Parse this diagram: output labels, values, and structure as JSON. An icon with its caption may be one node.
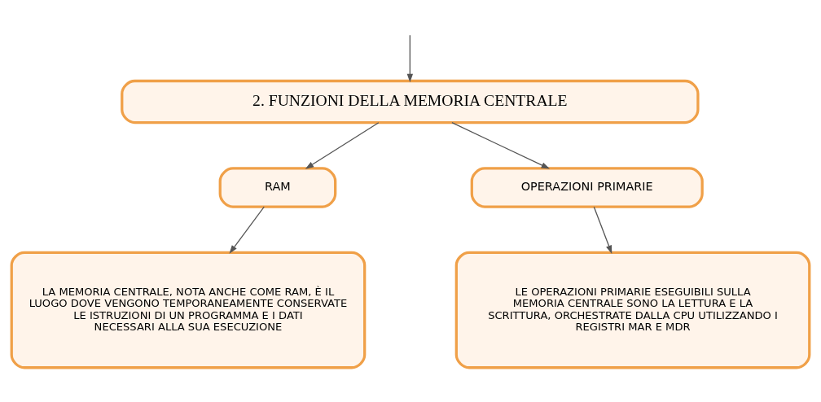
{
  "diagram": {
    "nodes": [
      {
        "text": [
          "2. FUNZIONI DELLA MEMORIA CENTRALE"
        ]
      },
      {
        "text": [
          "RAM"
        ]
      },
      {
        "text": [
          "OPERAZIONI PRIMARIE"
        ]
      },
      {
        "text": [
          "LA MEMORIA CENTRALE, NOTA ANCHE COME RAM, È IL LUOGO DOVE VENGONO TEMPORANEAMENTE CONSERVATE LE ISTRUZIONI DI UN PROGRAMMA E I DATI NECESSARI ALLA SUA ESECUZIONE"
        ]
      },
      {
        "text": [
          "LE OPERAZIONI PRIMARIE ESEGUIBILI SULLA MEMORIA CENTRALE SONO LA LETTURA E LA SCRITTURA, ORCHESTRATE DALLA CPU UTILIZZANDO I REGISTRI MAR E MDR"
        ]
      }
    ],
    "edges": [
      {
        "from": null,
        "to": 0,
        "arrow": "to"
      },
      {
        "from": 0,
        "to": 1,
        "arrow": "to"
      },
      {
        "from": 0,
        "to": 2,
        "arrow": "to"
      },
      {
        "from": 1,
        "to": 3,
        "arrow": "to"
      },
      {
        "from": 2,
        "to": 4,
        "arrow": "to"
      }
    ]
  }
}
